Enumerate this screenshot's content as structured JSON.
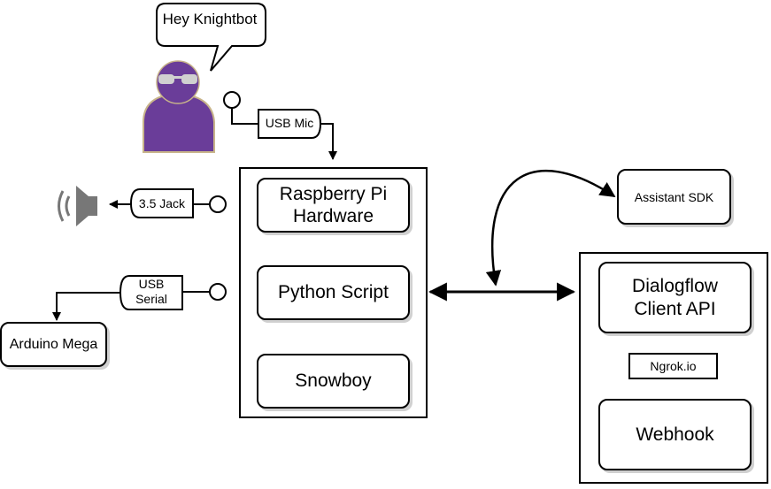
{
  "speech_bubble": {
    "text": "Hey Knightbot"
  },
  "user": {
    "icon": "person-with-sunglasses-icon",
    "color": "#6a3d99"
  },
  "speaker": {
    "icon": "speaker-icon",
    "color": "#777777"
  },
  "connectors": {
    "usb_mic": "USB Mic",
    "jack": "3.5 Jack",
    "usb_serial": "USB Serial",
    "ngrok": "Ngrok.io"
  },
  "devices": {
    "arduino": "Arduino Mega",
    "assistant_sdk": "Assistant SDK"
  },
  "raspberry_unit": {
    "hardware": "Raspberry Pi Hardware",
    "python": "Python Script",
    "snowboy": "Snowboy"
  },
  "cloud_unit": {
    "dialogflow": "Dialogflow Client API",
    "webhook": "Webhook"
  }
}
